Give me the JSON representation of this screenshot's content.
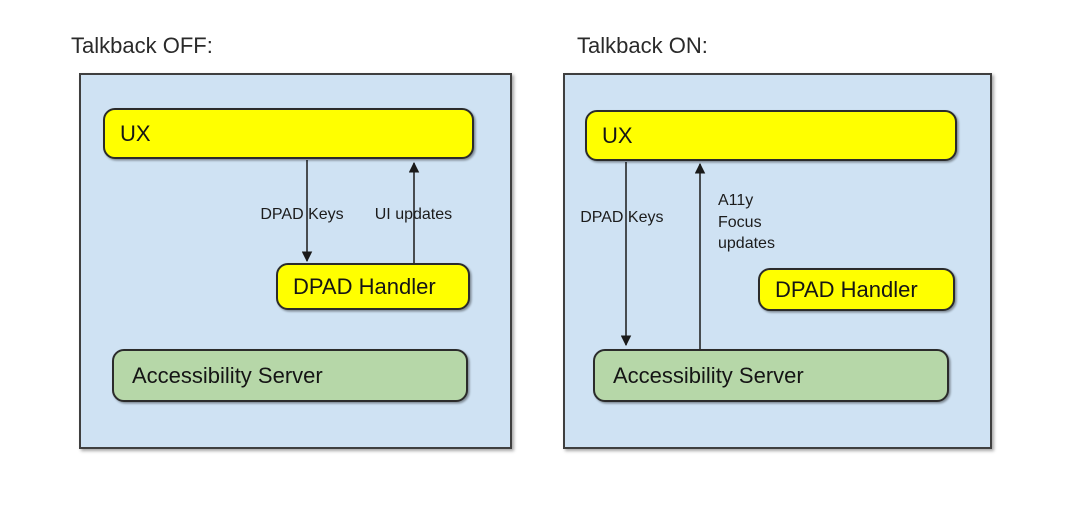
{
  "colors": {
    "panel_background": "#cfe2f3",
    "panel_border": "#3f3f3f",
    "box_yellow": "#ffff00",
    "box_green": "#b6d7a8",
    "box_border": "#2b2b2b",
    "arrow_stroke": "#1a1a1a",
    "text": "#1c1c1c"
  },
  "diagrams": [
    {
      "id": "talkback-off",
      "title": "Talkback OFF:",
      "boxes": {
        "ux": "UX",
        "dpad_handler": "DPAD Handler",
        "accessibility_server": "Accessibility Server"
      },
      "arrows": [
        {
          "label": "DPAD Keys",
          "direction": "down",
          "from": "UX",
          "to": "DPAD Handler"
        },
        {
          "label": "UI updates",
          "direction": "up",
          "from": "DPAD Handler",
          "to": "UX"
        }
      ]
    },
    {
      "id": "talkback-on",
      "title": "Talkback ON:",
      "boxes": {
        "ux": "UX",
        "dpad_handler": "DPAD Handler",
        "accessibility_server": "Accessibility Server"
      },
      "arrows": [
        {
          "label": "DPAD Keys",
          "direction": "down",
          "from": "UX",
          "to": "Accessibility Server"
        },
        {
          "label": "A11y\nFocus\nupdates",
          "direction": "up",
          "from": "Accessibility Server",
          "to": "UX"
        }
      ]
    }
  ]
}
